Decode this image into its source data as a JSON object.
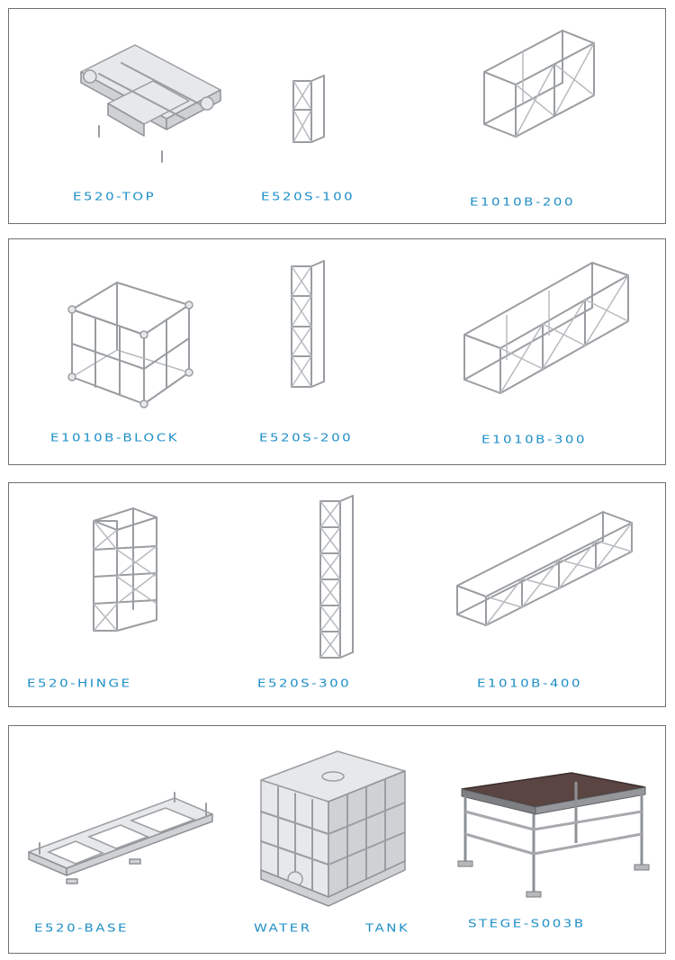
{
  "colors": {
    "label": "#1f8fc7",
    "frame": "#6f6f6f",
    "metal": "#9a9da1"
  },
  "panels": [
    {
      "items": [
        {
          "label": "E520-TOP"
        },
        {
          "label": "E520S-100"
        },
        {
          "label": "E1010B-200"
        }
      ]
    },
    {
      "items": [
        {
          "label": "E1010B-BLOCK"
        },
        {
          "label": "E520S-200"
        },
        {
          "label": "E1010B-300"
        }
      ]
    },
    {
      "items": [
        {
          "label": "E520-HINGE"
        },
        {
          "label": "E520S-300"
        },
        {
          "label": "E1010B-400"
        }
      ]
    },
    {
      "items": [
        {
          "label": "E520-BASE"
        },
        {
          "label": "WATER"
        },
        {
          "label": "TANK"
        },
        {
          "label": "STEGE-S003B"
        }
      ]
    }
  ]
}
